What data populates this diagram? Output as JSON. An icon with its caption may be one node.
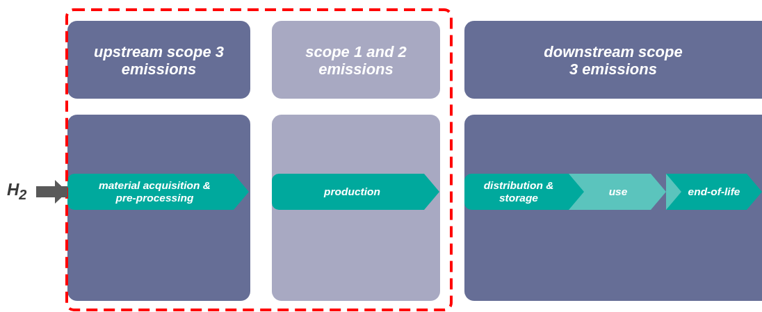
{
  "diagram": {
    "nodes": [
      {
        "text": [
          "upstream scope 3 emissions"
        ]
      },
      {
        "text": [
          "scope 1 and 2 emissions"
        ]
      },
      {
        "text": [
          "downstream scope 3 emissions"
        ]
      },
      {
        "text": [],
        "shape": "box"
      },
      {
        "text": [],
        "shape": "box"
      },
      {
        "text": [],
        "shape": "box"
      },
      {
        "text": [
          "material acquisition & pre-processing"
        ],
        "in": 3
      },
      {
        "text": [
          "production"
        ],
        "in": 4
      },
      {
        "text": [
          "distribution & storage"
        ],
        "in": 5
      },
      {
        "text": [
          "use"
        ],
        "in": 5
      },
      {
        "text": [
          "end-of-life"
        ],
        "in": 5
      },
      {
        "text": [
          "H$_{2}$"
        ]
      }
    ],
    "edges": [
      {
        "from": 11,
        "to": 6,
        "arrow": "to"
      }
    ]
  }
}
